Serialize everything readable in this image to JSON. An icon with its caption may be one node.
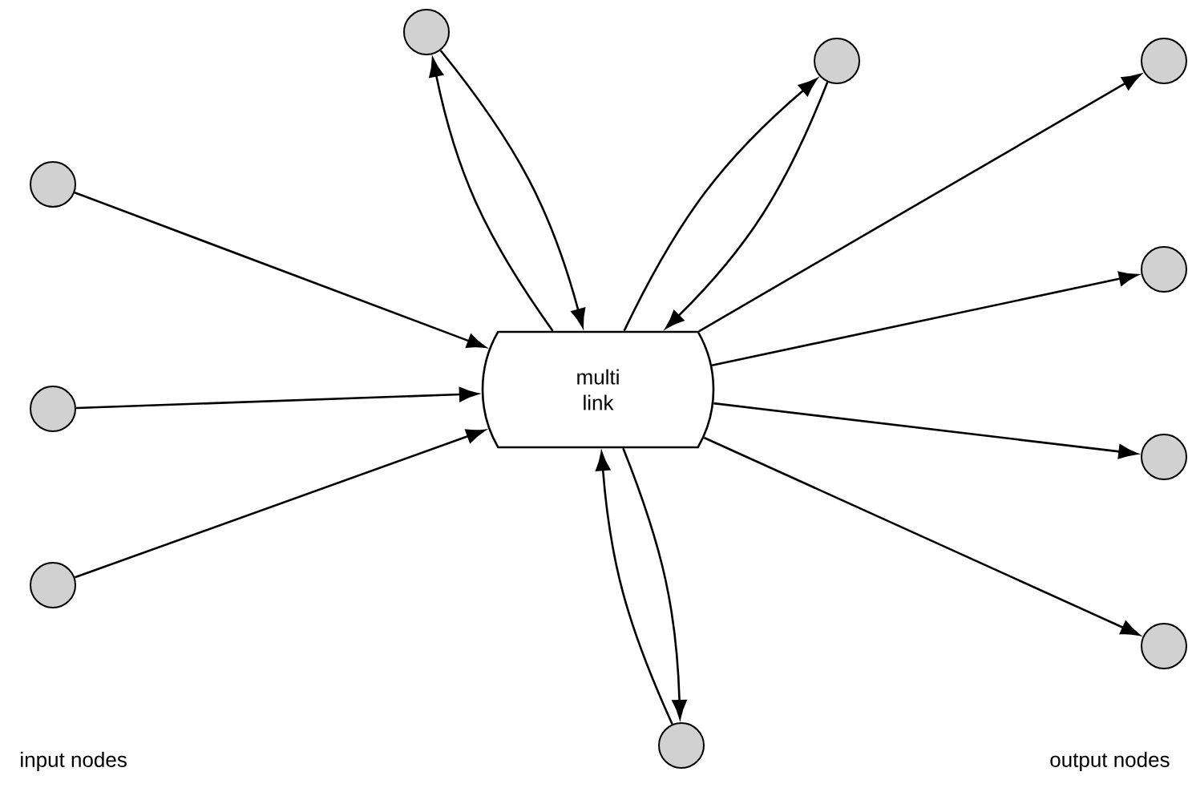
{
  "diagram": {
    "nodes": [
      {
        "text": [],
        "shape": "circle"
      },
      {
        "text": [],
        "shape": "circle"
      },
      {
        "text": [],
        "shape": "circle"
      },
      {
        "text": [],
        "shape": "circle"
      },
      {
        "text": [],
        "shape": "circle"
      },
      {
        "text": [
          "multi link"
        ]
      },
      {
        "text": [],
        "shape": "circle"
      },
      {
        "text": [],
        "shape": "circle"
      },
      {
        "text": [],
        "shape": "circle"
      },
      {
        "text": [],
        "shape": "circle"
      },
      {
        "text": [],
        "shape": "circle"
      }
    ],
    "edges": [
      {
        "from": 0,
        "to": 5,
        "arrow": "to"
      },
      {
        "from": 5,
        "to": 0,
        "arrow": "to"
      },
      {
        "from": 1,
        "to": 5,
        "arrow": "to"
      },
      {
        "from": 5,
        "to": 1,
        "arrow": "to"
      },
      {
        "from": 3,
        "to": 5,
        "arrow": "to"
      },
      {
        "from": 6,
        "to": 5,
        "arrow": "to"
      },
      {
        "from": 8,
        "to": 5,
        "arrow": "to"
      },
      {
        "from": 5,
        "to": 2,
        "arrow": "to"
      },
      {
        "from": 5,
        "to": 4,
        "arrow": "to"
      },
      {
        "from": 5,
        "to": 7,
        "arrow": "to"
      },
      {
        "from": 5,
        "to": 9,
        "arrow": "to"
      },
      {
        "from": 10,
        "to": 5,
        "arrow": "to"
      },
      {
        "from": 5,
        "to": 10,
        "arrow": "to"
      }
    ],
    "labels": [
      "input nodes",
      "output nodes"
    ]
  }
}
